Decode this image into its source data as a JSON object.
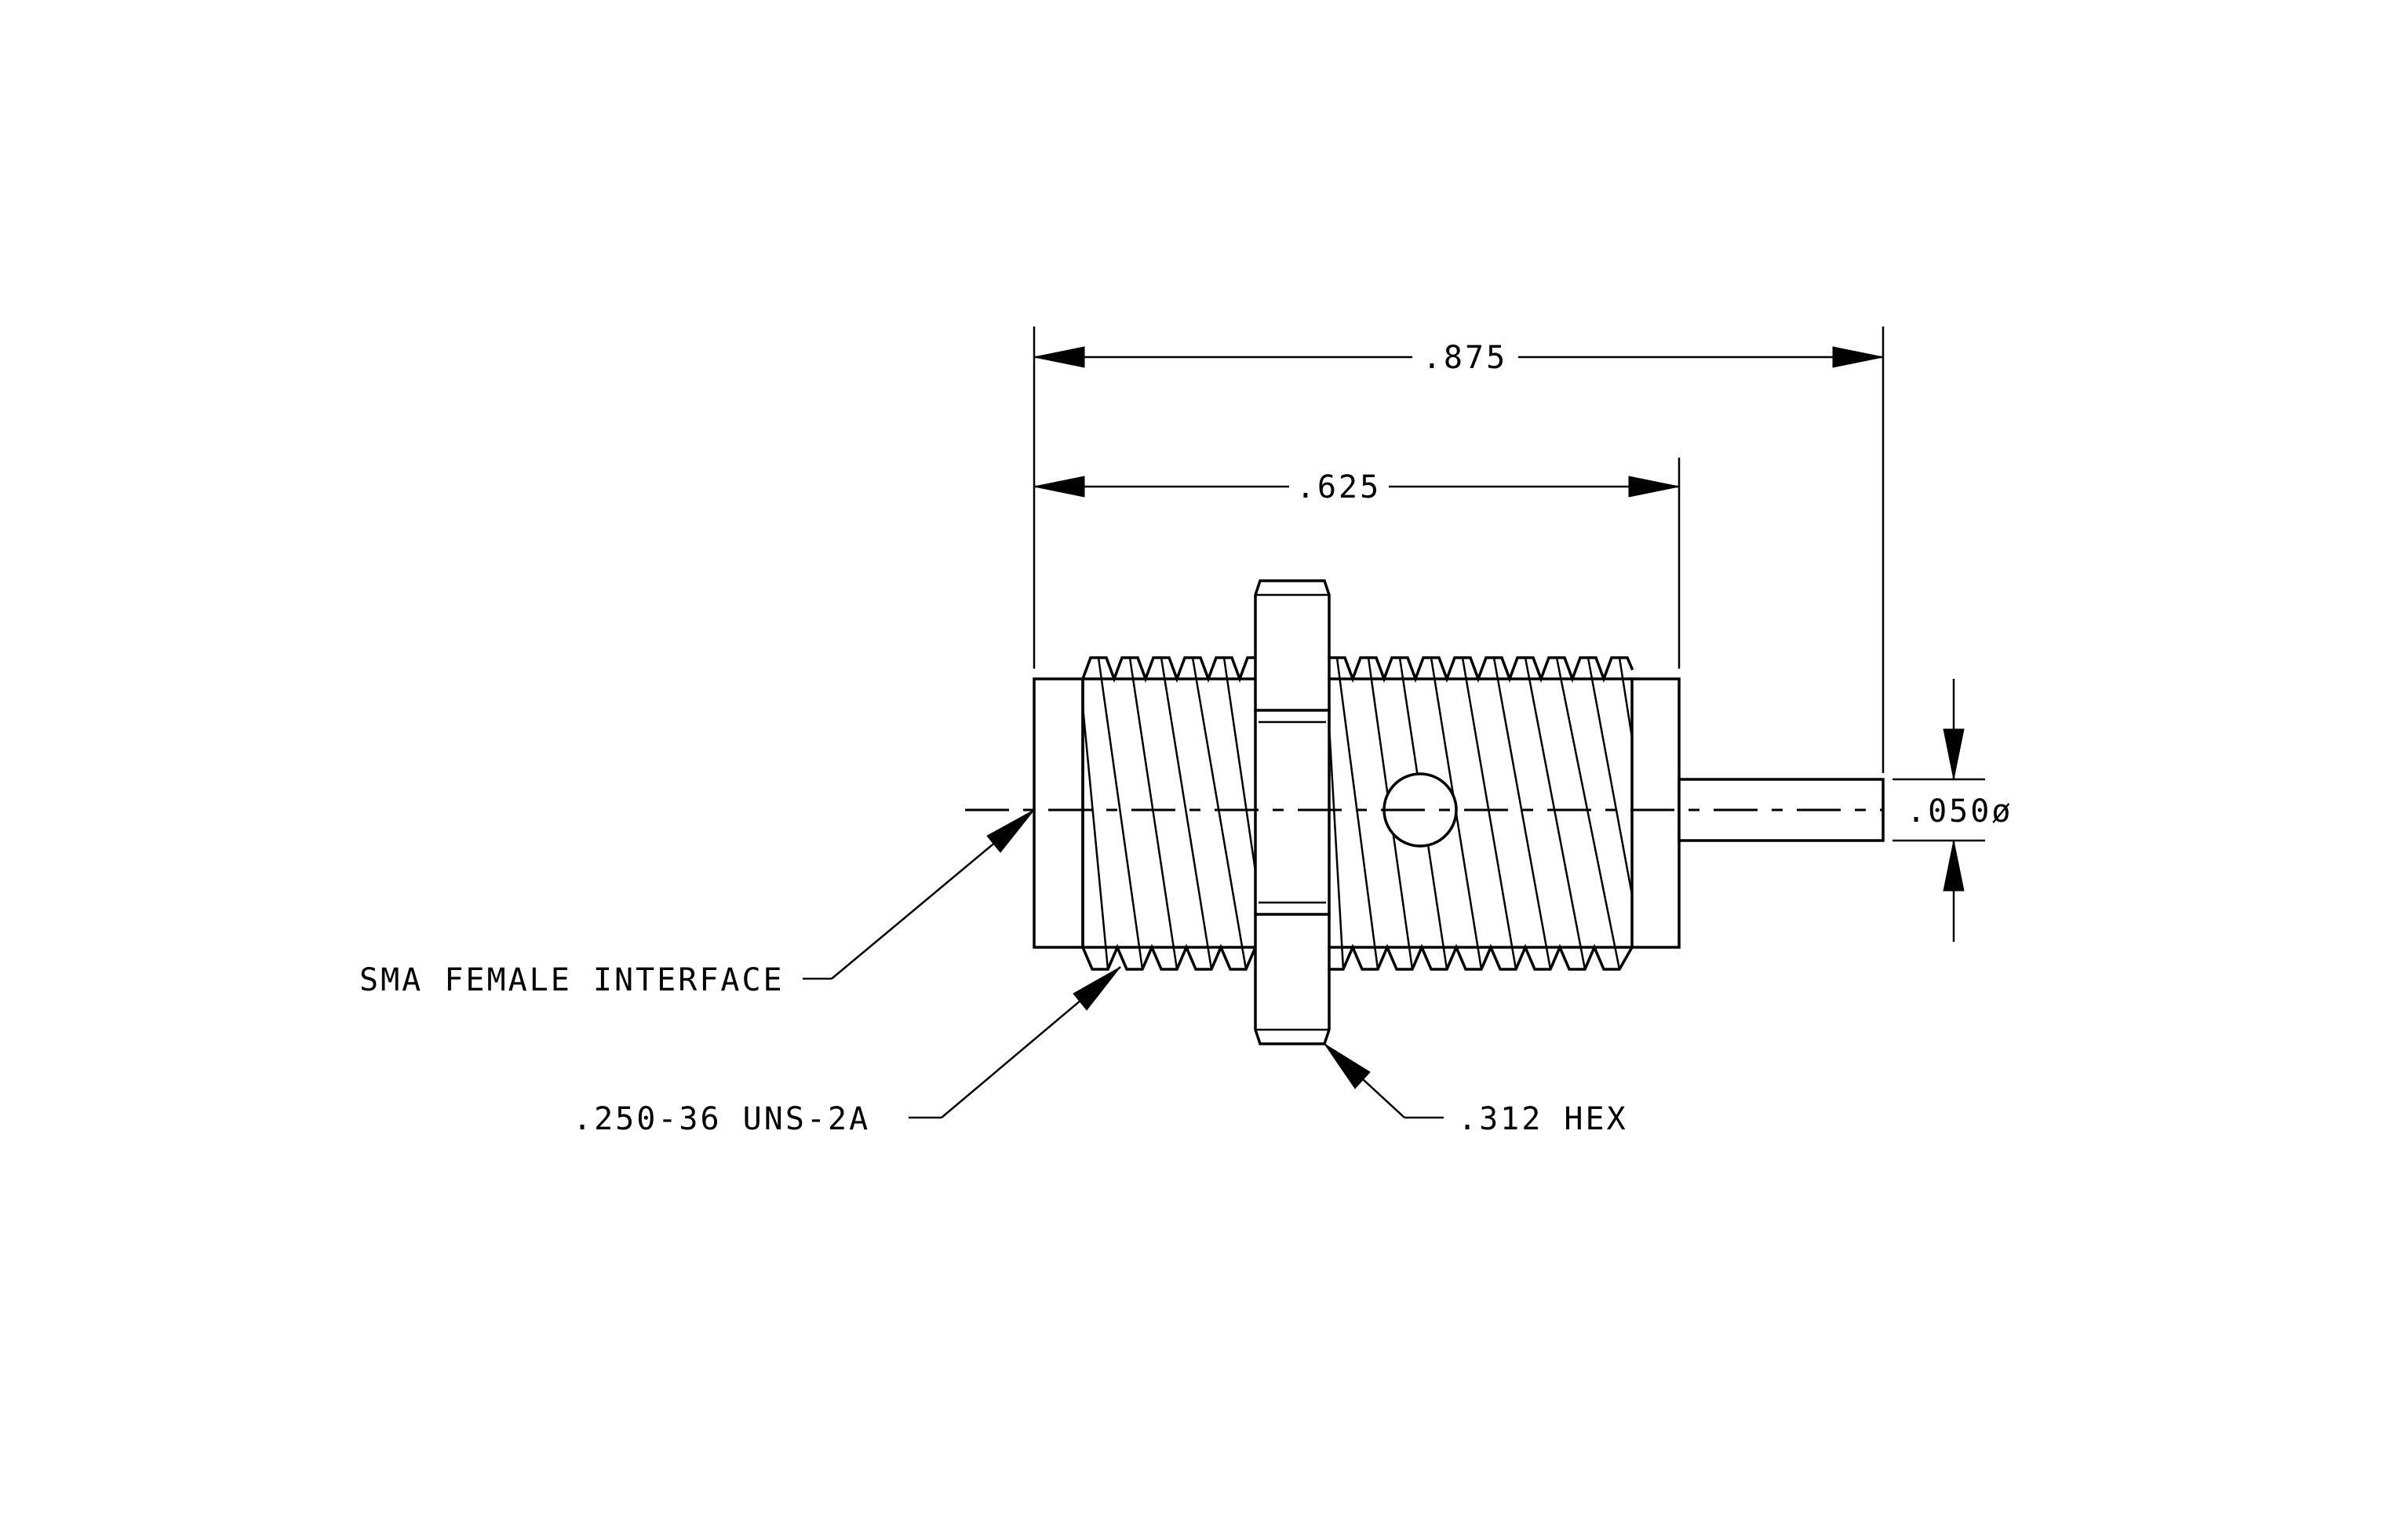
{
  "drawing": {
    "dimensions": {
      "overall_length": ".875",
      "body_length": ".625",
      "pin_diameter": ".050ø"
    },
    "callouts": {
      "interface": "SMA FEMALE INTERFACE",
      "thread": ".250-36 UNS-2A",
      "hex": ".312 HEX"
    }
  }
}
